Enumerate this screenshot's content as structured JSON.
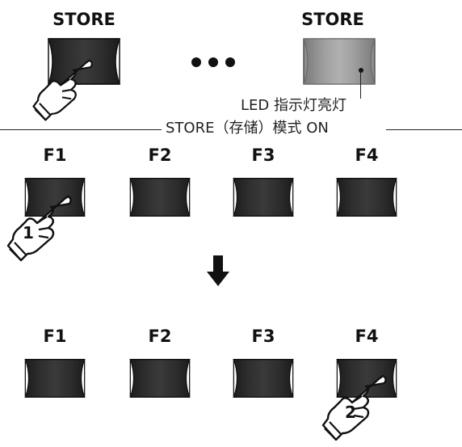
{
  "top": {
    "left_label": "STORE",
    "right_label": "STORE"
  },
  "annotation": {
    "led_text": "LED 指示灯亮灯",
    "mode_text": "STORE（存储）模式 ON"
  },
  "row1": {
    "labels": [
      "F1",
      "F2",
      "F3",
      "F4"
    ],
    "step_number": "1"
  },
  "row2": {
    "labels": [
      "F1",
      "F2",
      "F3",
      "F4"
    ],
    "step_number": "2"
  },
  "colors": {
    "button_dark": "#2b2b2b",
    "button_led_on": "#9a9a9a",
    "ink": "#111111"
  },
  "icons": {
    "ellipsis": "three-dots-icon",
    "arrow": "arrow-down-icon",
    "finger": "pointing-hand-icon"
  }
}
